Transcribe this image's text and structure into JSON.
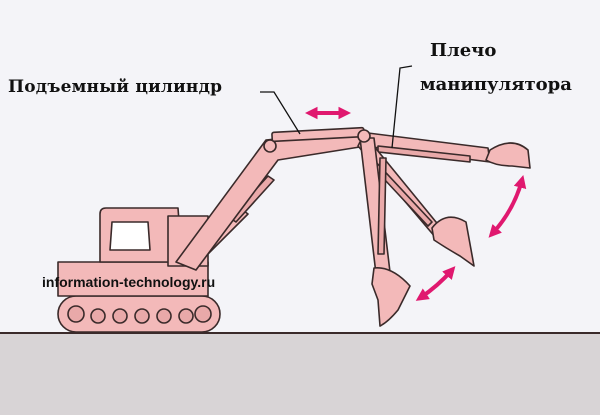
{
  "labels": {
    "lift_cylinder": "Подъемный цилиндр",
    "arm_line1": "Плечо",
    "arm_line2": "манипулятора"
  },
  "watermark": "information-technology.ru",
  "colors": {
    "body_fill": "#f3b9b9",
    "outline": "#3a2a2a",
    "arrow": "#e0186f",
    "ground": "#d8d4d6",
    "background": "#f4f4f8"
  }
}
